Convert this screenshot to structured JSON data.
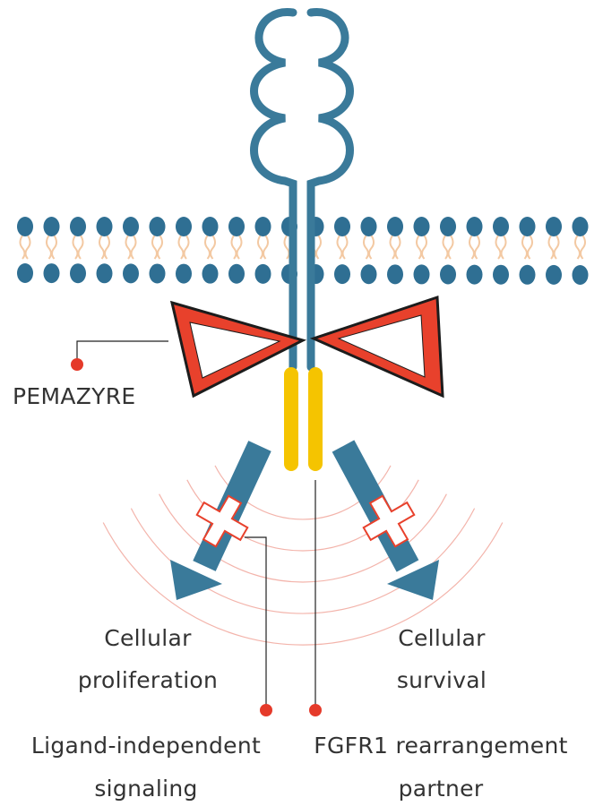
{
  "labels": {
    "drug": "PEMAZYRE",
    "outcome_left": [
      "Cellular",
      "proliferation"
    ],
    "outcome_right": [
      "Cellular",
      "survival"
    ],
    "callout_left": [
      "Ligand-independent",
      "signaling"
    ],
    "callout_right": [
      "FGFR1 rearrangement",
      "partner"
    ]
  },
  "colors": {
    "receptor": "#3a7a9a",
    "kinase": "#f5c400",
    "drug_fill": "#e8412c",
    "drug_stroke": "#1c1c1c",
    "membrane_head": "#2f6f93",
    "membrane_tail": "#f3c9a3",
    "signal_ring": "#f3b4ab",
    "callout_dot": "#e53a2a"
  },
  "icons": [
    "receptor-dimer",
    "drug-triangle",
    "signal-arrow",
    "block-x-icon"
  ]
}
